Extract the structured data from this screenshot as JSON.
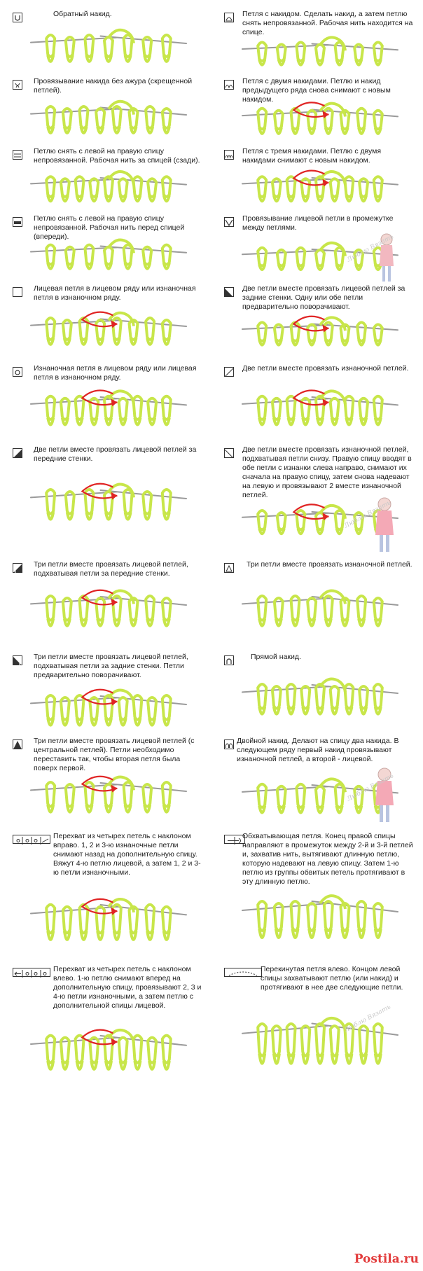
{
  "left_entries": [
    {
      "text": "Обратный накид."
    },
    {
      "text": "Провязывание накида без ажура (скрещенной петлей)."
    },
    {
      "text": "Петлю снять с левой на правую спицу непровязанной. Рабочая нить за спицей (сзади)."
    },
    {
      "text": "Петлю снять с левой на правую спицу непровязанной. Рабочая нить перед спицей (впереди)."
    },
    {
      "text": "Лицевая петля в лицевом ряду или изнаночная петля в изнаночном ряду."
    },
    {
      "text": "Изнаночная петля в лицевом ряду или лицевая петля в изнаночном ряду."
    },
    {
      "text": "Две петли вместе провязать лицевой петлей за передние стенки."
    },
    {
      "text": "Три петли вместе провязать лицевой петлей, подхватывая петли за передние стенки."
    },
    {
      "text": "Три петли вместе провязать лицевой петлей, подхватывая петли за задние стенки. Петли предварительно поворачивают."
    },
    {
      "text": "Три петли вместе провязать лицевой петлей (с центральной петлей). Петли необходимо переставить так, чтобы вторая петля была поверх первой."
    },
    {
      "text": "Перехват из четырех петель с наклоном вправо. 1, 2 и 3-ю изнаночные петли снимают назад на дополнительную спицу. Вяжут 4-ю петлю лицевой, а затем 1, 2 и 3-ю петли изнаночными."
    },
    {
      "text": "Перехват из четырех петель с наклоном влево. 1-ю петлю снимают вперед на дополнительную спицу, провязывают 2, 3 и 4-ю петли изнаночными, а затем петлю с дополнительной спицы лицевой."
    }
  ],
  "right_entries": [
    {
      "text": "Петля с накидом. Сделать накид, а затем петлю снять непровязанной. Рабочая нить находится на спице."
    },
    {
      "text": "Петля с двумя накидами. Петлю и накид предыдущего ряда снова снимают с новым накидом."
    },
    {
      "text": "Петля с тремя накидами. Петлю с двумя накидами снимают с новым накидом."
    },
    {
      "text": "Провязывание лицевой петли в промежутке между петлями."
    },
    {
      "text": "Две петли вместе провязать лицевой петлей за задние стенки. Одну или обе петли предварительно поворачивают."
    },
    {
      "text": "Две петли вместе провязать изнаночной петлей."
    },
    {
      "text": "Две петли вместе провязать изнаночной петлей, подхватывая петли снизу. Правую спицу вводят в обе петли с изнанки слева направо, снимают их сначала на правую спицу, затем снова надевают на левую и провязывают 2 вместе изнаночной петлей."
    },
    {
      "text": "Три петли вместе провязать изнаночной петлей."
    },
    {
      "text": "Прямой накид."
    },
    {
      "text": "Двойной накид. Делают на спицу два накида. В следующем ряду первый накид провязывают изнаночной петлей, а второй - лицевой."
    },
    {
      "text": "Обхватывающая петля. Конец правой спицы направляют в промежуток между 2-й и 3-й петлей и, захватив нить, вытягивают длинную петлю, которую надевают на левую спицу. Затем 1-ю петлю из группы обвитых петель протягивают в эту длинную петлю."
    },
    {
      "text": "Перекинутая петля влево. Концом левой спицы захватывают петлю (или накид) и протягивают в нее две следующие петли."
    }
  ],
  "watermark": "Люблю Вязать",
  "footer": "Postila.ru",
  "colors": {
    "yarn": "#c8e64a",
    "yarn_stroke": "#8fb21d",
    "arrow": "#e02424",
    "needle": "#9a9a9a",
    "footer": "#e23b3b"
  }
}
